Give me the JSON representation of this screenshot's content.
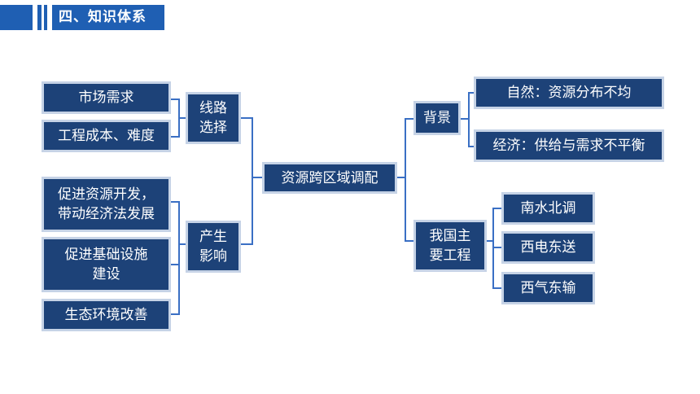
{
  "header": {
    "title": "四、知识体系"
  },
  "colors": {
    "header_blue": "#1f5fb3",
    "node_fill": "#1d4278",
    "node_border": "#c6d3e6",
    "connector": "#3a6fc4"
  },
  "diagram": {
    "center": "资源跨区域调配",
    "route_choice": {
      "label": "线路\n选择",
      "items": [
        "市场需求",
        "工程成本、难度"
      ]
    },
    "impact": {
      "label": "产生\n影响",
      "items": [
        "促进资源开发，\n带动经济法发展",
        "促进基础设施\n建设",
        "生态环境改善"
      ]
    },
    "background": {
      "label": "背景",
      "items": [
        "自然：资源分布不均",
        "经济：供给与需求不平衡"
      ]
    },
    "projects": {
      "label": "我国主\n要工程",
      "items": [
        "南水北调",
        "西电东送",
        "西气东输"
      ]
    }
  }
}
